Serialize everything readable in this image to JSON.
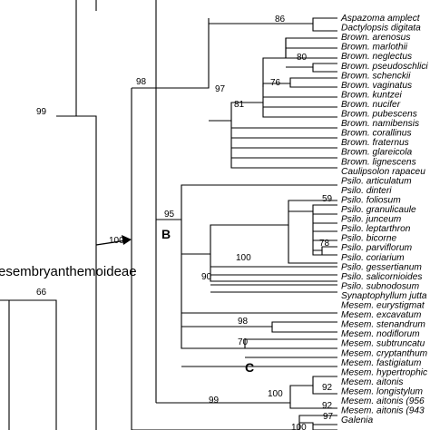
{
  "taxa": [
    "Aspazoma amplect",
    "Dactylopsis digitata",
    "Brown. arenosus",
    "Brown. marlothii",
    "Brown. neglectus",
    "Brown. pseudoschlici",
    "Brown. schenckii",
    "Brown. vaginatus",
    "Brown. kuntzei",
    "Brown. nucifer",
    "Brown. pubescens",
    "Brown. namibensis",
    "Brown. corallinus",
    "Brown. fraternus",
    "Brown. glareicola",
    "Brown. lignescens",
    "Caulipsolon rapaceu",
    "Psilo. articulatum",
    "Psilo. dinteri",
    "Psilo. foliosum",
    "Psilo. granulicaule",
    "Psilo. junceum",
    "Psilo. leptarthron",
    "Psilo. bicorne",
    "Psilo. parviflorum",
    "Psilo. coriarium",
    "Psilo. gessertianum",
    "Psilo. salicornioides",
    "Psilo. subnodosum",
    "Synaptophyllum jutta",
    "Mesem. eurystigmat",
    "Mesem. excavatum",
    "Mesem. stenandrum",
    "Mesem. nodiflorum",
    "Mesem. subtruncatu",
    "Mesem. cryptanthum",
    "Mesem. fastigiatum",
    "Mesem. hypertrophic",
    "Mesem. aitonis",
    "Mesem. longistylum",
    "Mesem. aitonis (956",
    "Mesem. aitonis (943",
    "Galenia"
  ],
  "support": [
    "86",
    "80",
    "76",
    "81",
    "97",
    "98",
    "99",
    "59",
    "78",
    "100",
    "90",
    "95",
    "100",
    "98",
    "70",
    "92",
    "100",
    "92",
    "97",
    "99",
    "66",
    "100"
  ],
  "labels": {
    "B": "B",
    "C": "C",
    "subfamily": "esembryanthemoideae"
  }
}
